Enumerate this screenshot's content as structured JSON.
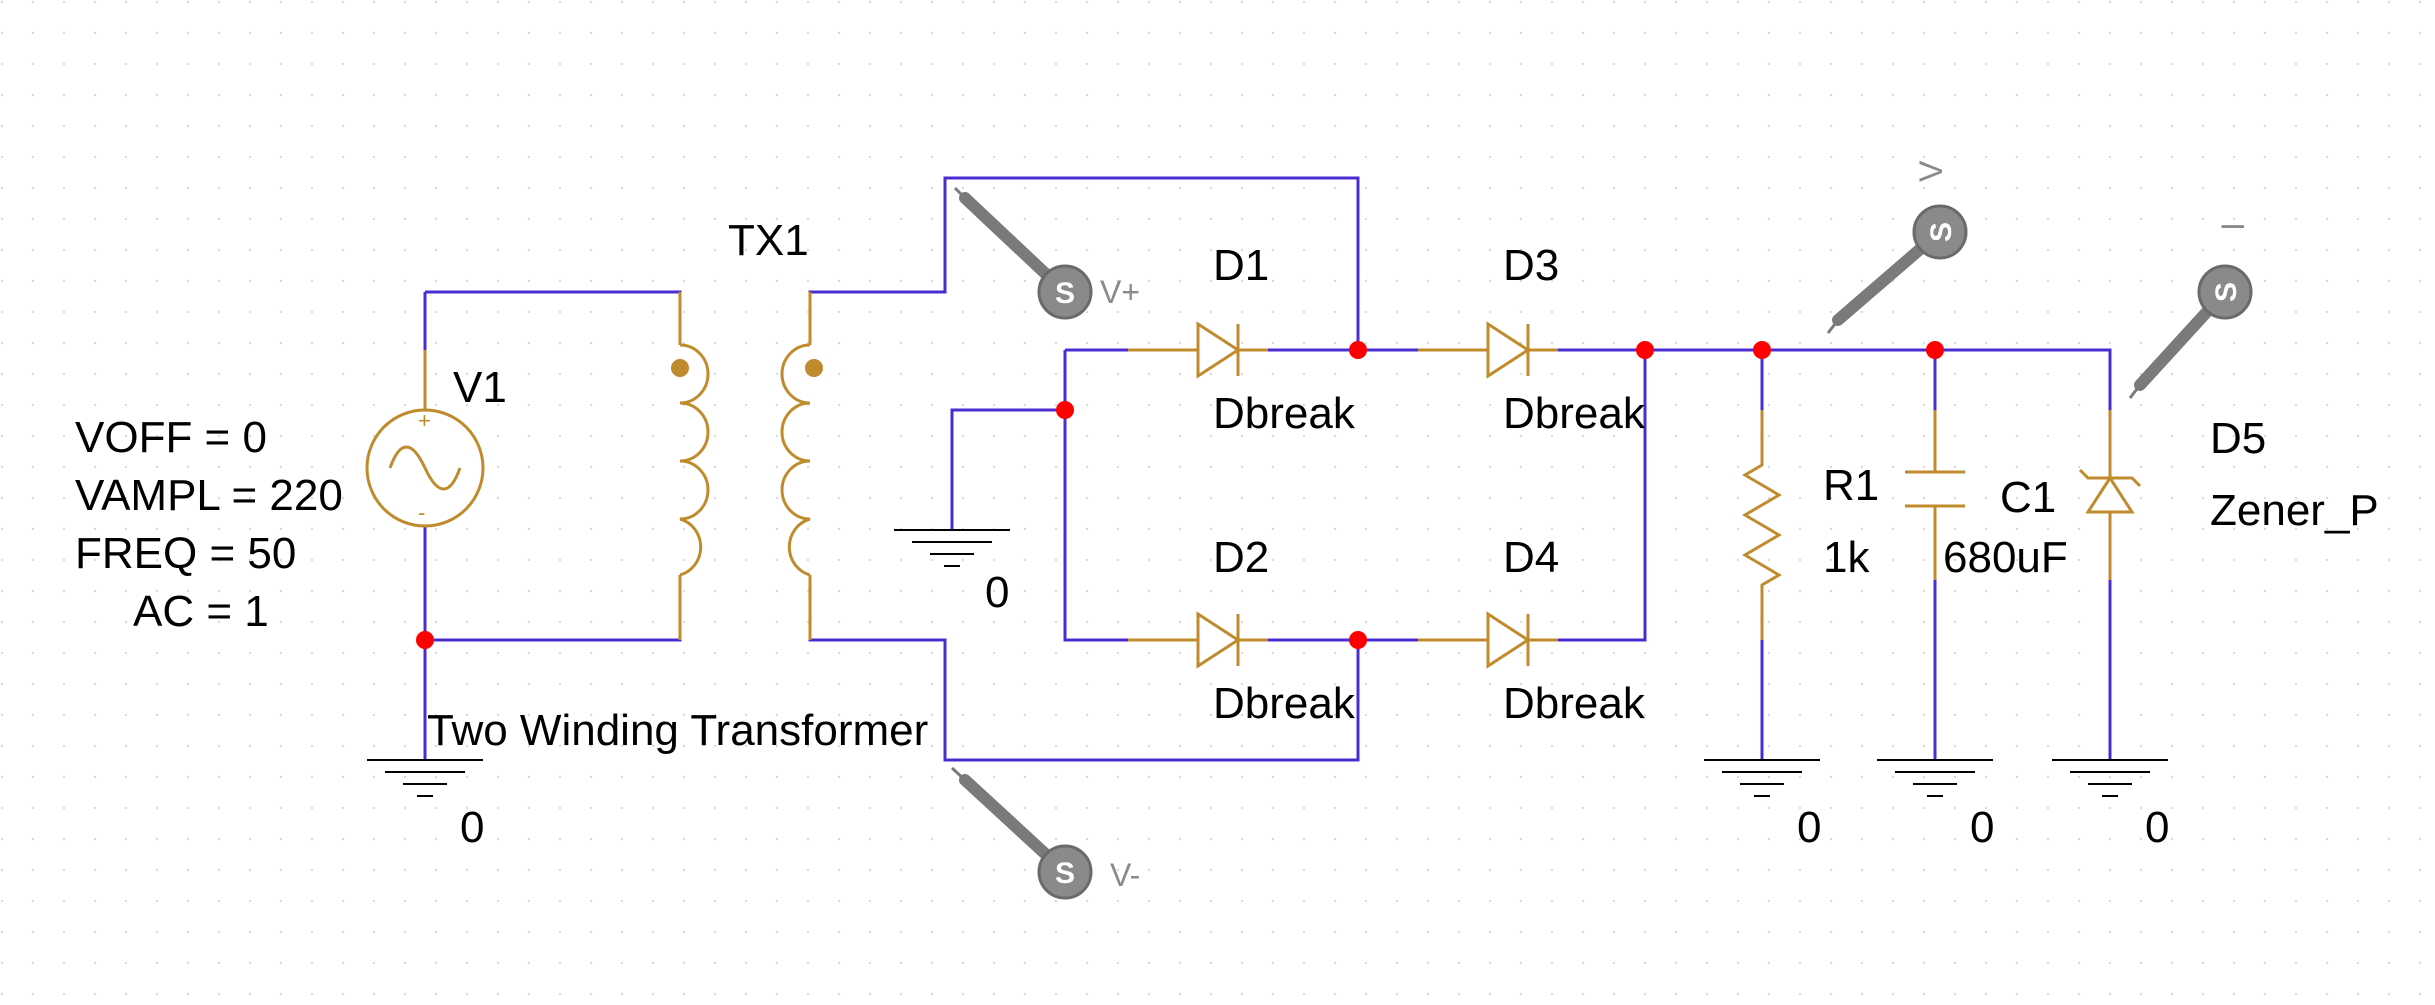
{
  "schematic": {
    "source": {
      "ref": "V1",
      "params": [
        "VOFF = 0",
        "VAMPL = 220",
        "FREQ = 50",
        "AC = 1"
      ]
    },
    "transformer": {
      "ref": "TX1",
      "model": "Two Winding Transformer"
    },
    "diodes": [
      {
        "ref": "D1",
        "model": "Dbreak"
      },
      {
        "ref": "D2",
        "model": "Dbreak"
      },
      {
        "ref": "D3",
        "model": "Dbreak"
      },
      {
        "ref": "D4",
        "model": "Dbreak"
      }
    ],
    "resistor": {
      "ref": "R1",
      "value": "1k"
    },
    "capacitor": {
      "ref": "C1",
      "value": "680uF"
    },
    "zener": {
      "ref": "D5",
      "model": "Zener_P"
    },
    "ground_label": "0",
    "probes": {
      "vplus": {
        "symbol": "S",
        "label": "V+"
      },
      "vminus": {
        "symbol": "S",
        "label": "V-"
      },
      "voltage": {
        "symbol": "S",
        "label": "V"
      },
      "current": {
        "symbol": "S",
        "label": "I"
      }
    }
  },
  "colors": {
    "wire": "#4b2cd1",
    "component": "#c08b2c",
    "junction": "#ff0000",
    "probe": "#8a8a8a",
    "text": "#000000"
  }
}
